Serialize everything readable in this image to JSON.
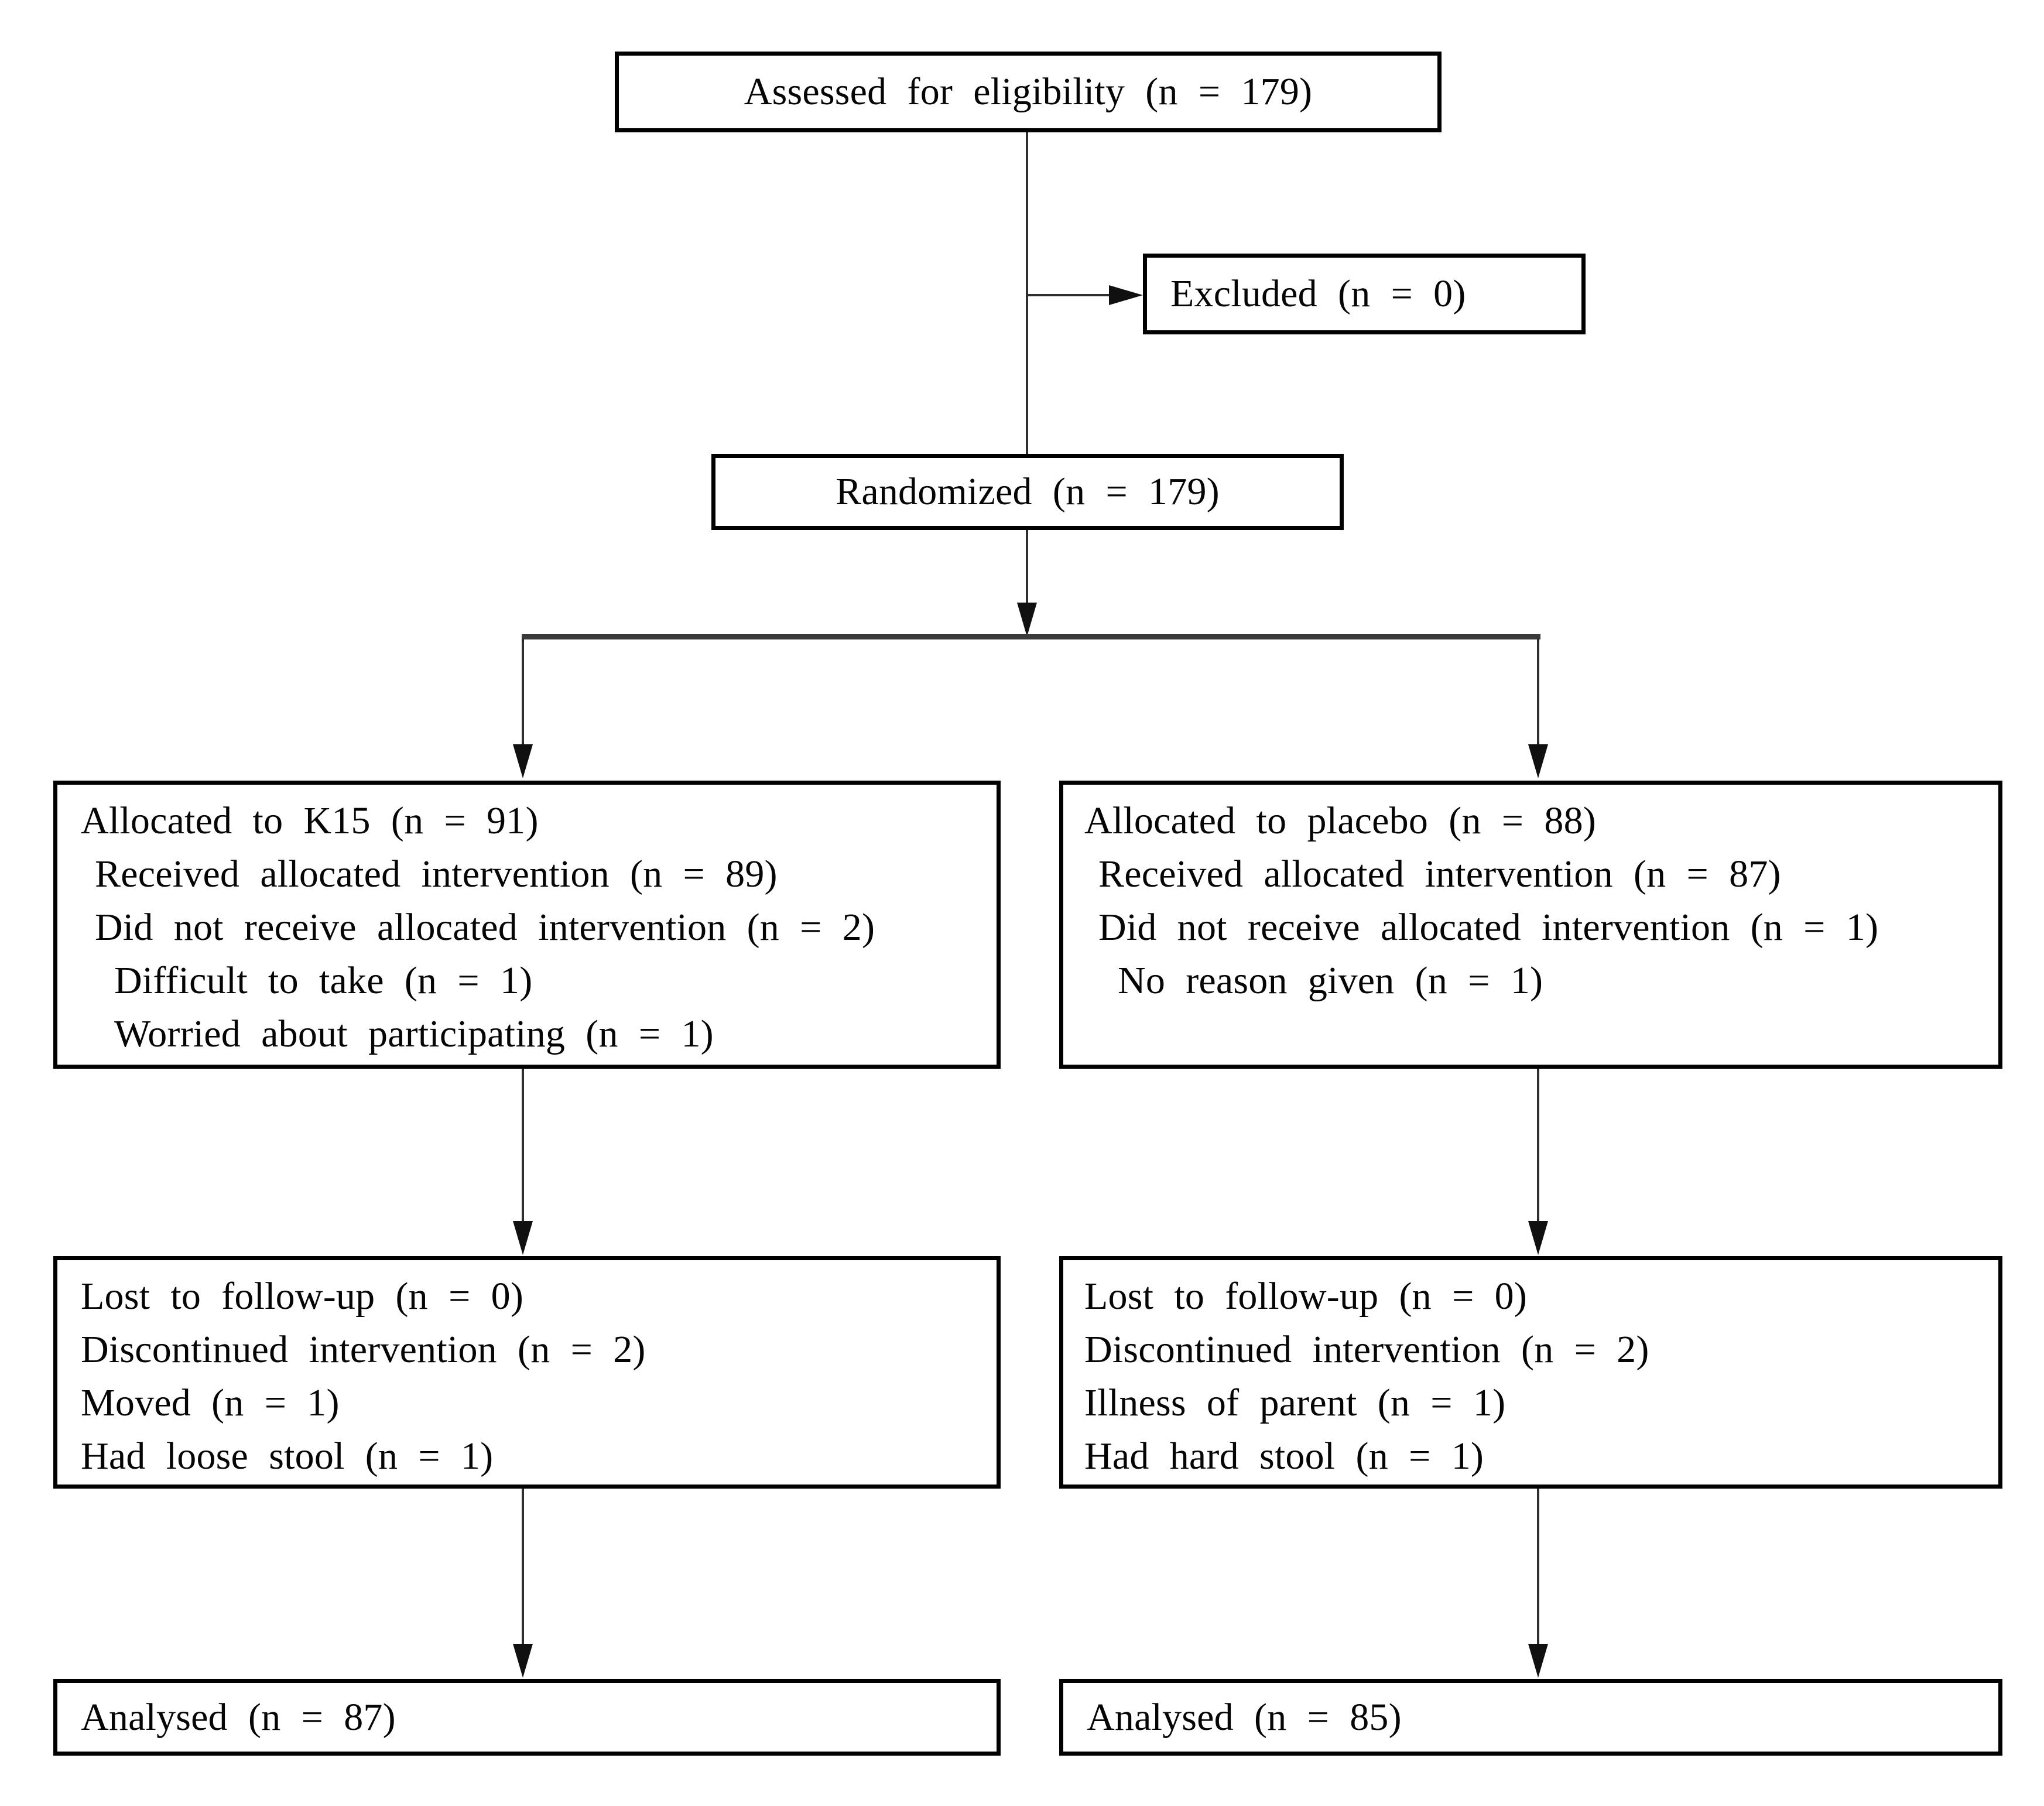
{
  "figure": {
    "kind": "CONSORT participant flow diagram"
  },
  "colors": {
    "background": "#ffffff",
    "box_border": "#000000",
    "text": "#050505",
    "connector": "#2e2e2e"
  },
  "boxes": {
    "assessed": {
      "label": "Assessed for eligibility (n = 179)"
    },
    "excluded": {
      "label": "Excluded (n = 0)"
    },
    "randomized": {
      "label": "Randomized (n = 179)"
    },
    "allocation_k15": {
      "lines": [
        "Allocated to K15 (n = 91)",
        "Received allocated intervention (n = 89)",
        "Did not receive allocated intervention (n = 2)",
        "Difficult to take (n = 1)",
        "Worried about participating (n = 1)"
      ]
    },
    "allocation_placebo": {
      "lines": [
        "Allocated to placebo (n = 88)",
        "Received allocated intervention (n = 87)",
        "Did not receive allocated intervention (n = 1)",
        "No reason given (n = 1)"
      ]
    },
    "followup_k15": {
      "lines": [
        "Lost to follow-up (n = 0)",
        "Discontinued intervention (n = 2)",
        "Moved (n = 1)",
        "Had loose stool (n = 1)"
      ]
    },
    "followup_placebo": {
      "lines": [
        "Lost to follow-up (n = 0)",
        "Discontinued intervention (n = 2)",
        "Illness of parent (n = 1)",
        "Had hard stool (n = 1)"
      ]
    },
    "analysed_k15": {
      "label": "Analysed (n = 87)"
    },
    "analysed_placebo": {
      "label": "Analysed (n = 85)"
    }
  }
}
